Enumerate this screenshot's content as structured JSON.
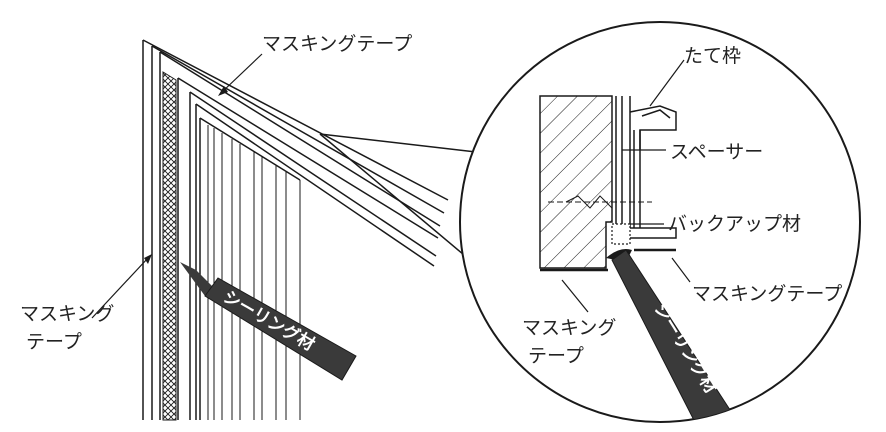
{
  "colors": {
    "line": "#1a1a1a",
    "tube_fill": "#3a3a3a",
    "tube_text": "#ffffff",
    "background": "#ffffff"
  },
  "labels": {
    "masking_tape_top": "マスキングテープ",
    "masking_tape_left_line1": "マスキング",
    "masking_tape_left_line2": "テープ",
    "sealant_left": "シーリング材",
    "vertical_frame": "たて枠",
    "spacer": "スペーサー",
    "backup_material": "バックアップ材",
    "masking_tape_right": "マスキングテープ",
    "masking_tape_detail_line1": "マスキング",
    "masking_tape_detail_line2": "テープ",
    "sealant_detail": "シーリング材"
  }
}
